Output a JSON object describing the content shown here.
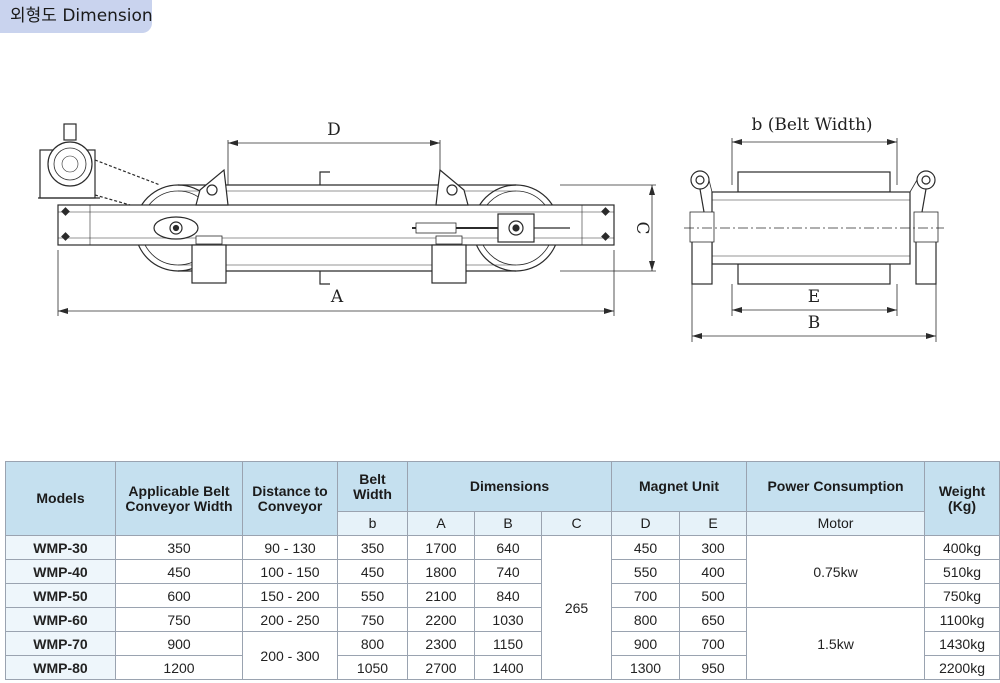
{
  "title": "외형도 Dimension",
  "drawing": {
    "labels": {
      "D": "D",
      "A": "A",
      "C": "C",
      "belt_width": "b (Belt Width)",
      "E": "E",
      "B": "B"
    }
  },
  "table": {
    "headers": {
      "models": "Models",
      "applicable": "Applicable Belt Conveyor Width",
      "distance": "Distance to Conveyor",
      "belt_width": "Belt Width",
      "dimensions": "Dimensions",
      "magnet_unit": "Magnet Unit",
      "power": "Power Consumption",
      "weight": "Weight (Kg)",
      "b": "b",
      "A": "A",
      "B": "B",
      "C": "C",
      "D": "D",
      "E": "E",
      "motor": "Motor"
    },
    "rows": [
      {
        "model": "WMP-30",
        "applicable": "350",
        "distance": "90 - 130",
        "b": "350",
        "A": "1700",
        "B": "640",
        "D": "450",
        "E": "300",
        "weight": "400kg"
      },
      {
        "model": "WMP-40",
        "applicable": "450",
        "distance": "100 - 150",
        "b": "450",
        "A": "1800",
        "B": "740",
        "D": "550",
        "E": "400",
        "weight": "510kg"
      },
      {
        "model": "WMP-50",
        "applicable": "600",
        "distance": "150 - 200",
        "b": "550",
        "A": "2100",
        "B": "840",
        "D": "700",
        "E": "500",
        "weight": "750kg"
      },
      {
        "model": "WMP-60",
        "applicable": "750",
        "distance": "200 - 250",
        "b": "750",
        "A": "2200",
        "B": "1030",
        "D": "800",
        "E": "650",
        "weight": "1100kg"
      },
      {
        "model": "WMP-70",
        "applicable": "900",
        "distance": "200 - 300",
        "b": "800",
        "A": "2300",
        "B": "1150",
        "D": "900",
        "E": "700",
        "weight": "1430kg"
      },
      {
        "model": "WMP-80",
        "applicable": "1200",
        "b": "1050",
        "A": "2700",
        "B": "1400",
        "D": "1300",
        "E": "950",
        "weight": "2200kg"
      }
    ],
    "merged": {
      "C": "265",
      "power_low": "0.75kw",
      "power_high": "1.5kw"
    }
  }
}
